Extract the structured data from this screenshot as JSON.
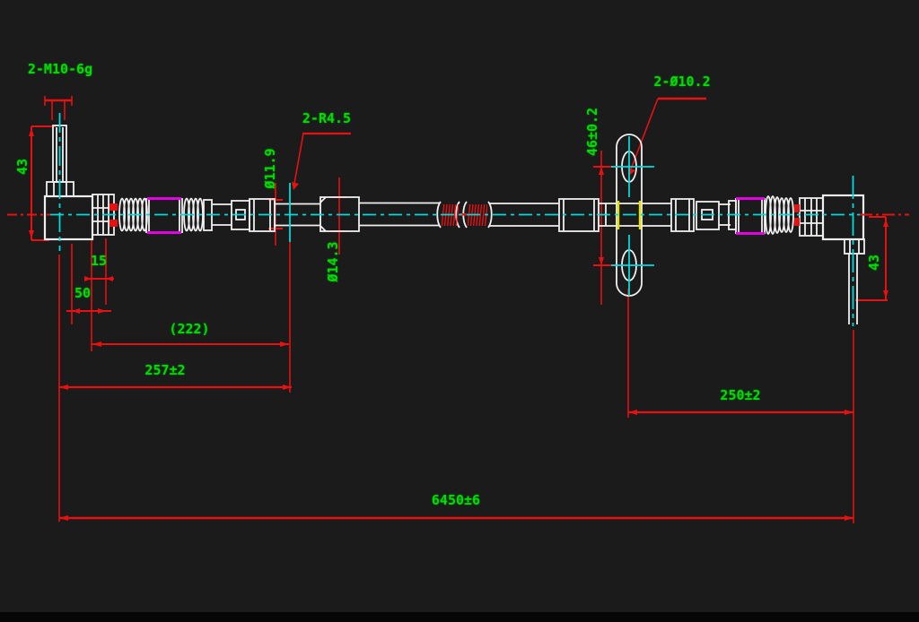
{
  "drawing": {
    "callouts": {
      "thread": "2-M10-6g",
      "radius": "2-R4.5",
      "bracket_holes": "2-Ø10.2"
    },
    "dimensions": {
      "left_elbow_height": "43",
      "right_elbow_height": "43",
      "nut_length": "15",
      "crimp_length": "50",
      "sleeve_ref_length": "(222)",
      "left_section_length": "257±2",
      "right_section_length": "250±2",
      "overall_length": "6450±6",
      "bracket_hole_spacing": "46±0.2",
      "hose_od_small": "Ø11.9",
      "hose_od_large": "Ø14.3"
    },
    "colors": {
      "background": "#1b1b1c",
      "outline_white": "#efefef",
      "dimension_red": "#e81010",
      "text_green": "#00dd00",
      "centerline_cyan": "#00dcdc",
      "sleeve_magenta": "#e400e4",
      "clamp_yellow": "#e2e200"
    }
  }
}
